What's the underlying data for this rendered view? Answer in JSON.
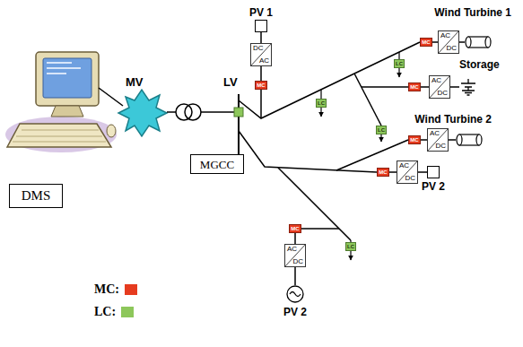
{
  "diagram": {
    "nodes": [
      {
        "text": [
          "DMS"
        ]
      },
      {
        "text": [
          "MGCC"
        ]
      },
      {
        "text": [
          "PV 1"
        ]
      },
      {
        "text": [
          "DC",
          "AC"
        ]
      },
      {
        "text": [
          "MC"
        ]
      },
      {
        "text": [
          "Wind Turbine 1"
        ]
      },
      {
        "text": [
          "AC",
          "DC"
        ]
      },
      {
        "text": [
          "MC"
        ]
      },
      {
        "text": [
          "Storage"
        ]
      },
      {
        "text": [
          "AC",
          "DC"
        ]
      },
      {
        "text": [
          "MC"
        ]
      },
      {
        "text": [
          "Wind Turbine 2"
        ]
      },
      {
        "text": [
          "AC",
          "DC"
        ]
      },
      {
        "text": [
          "MC"
        ]
      },
      {
        "text": [
          "PV 2"
        ]
      },
      {
        "text": [
          "AC",
          "DC"
        ]
      },
      {
        "text": [
          "MC"
        ]
      },
      {
        "text": [
          "PV 2"
        ]
      },
      {
        "text": [
          "AC",
          "DC"
        ]
      },
      {
        "text": [
          "MC"
        ]
      },
      {
        "text": [
          "LC"
        ]
      },
      {
        "text": [
          "LC"
        ]
      },
      {
        "text": [
          "LC"
        ]
      },
      {
        "text": [
          "LC"
        ]
      }
    ],
    "edges": [
      {
        "from": 2,
        "to": 3,
        "arrow": "none"
      },
      {
        "from": 3,
        "to": 4,
        "arrow": "none"
      },
      {
        "from": 5,
        "to": 6,
        "arrow": "none"
      },
      {
        "from": 6,
        "to": 7,
        "arrow": "none"
      },
      {
        "from": 8,
        "to": 9,
        "arrow": "none"
      },
      {
        "from": 9,
        "to": 10,
        "arrow": "none"
      },
      {
        "from": 11,
        "to": 12,
        "arrow": "none"
      },
      {
        "from": 12,
        "to": 13,
        "arrow": "none"
      },
      {
        "from": 14,
        "to": 15,
        "arrow": "none"
      },
      {
        "from": 15,
        "to": 16,
        "arrow": "none"
      },
      {
        "from": 17,
        "to": 18,
        "arrow": "none"
      },
      {
        "from": 18,
        "to": 19,
        "arrow": "none"
      }
    ],
    "labels": [
      "MV",
      "LV"
    ],
    "legend": [
      {
        "text": "MC:",
        "color": "#e63b1f"
      },
      {
        "text": "LC:",
        "color": "#8dc75b"
      }
    ]
  }
}
